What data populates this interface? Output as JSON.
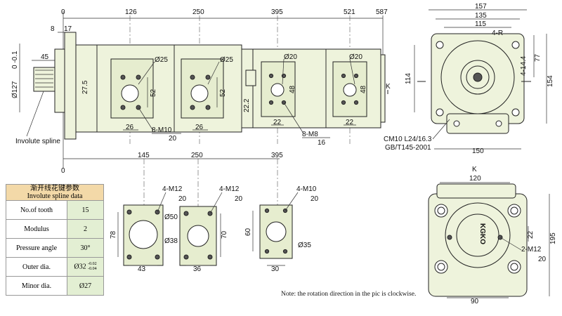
{
  "main_view": {
    "positions": [
      "0",
      "126",
      "250",
      "395",
      "521",
      "587"
    ],
    "left_dims": [
      "8",
      "17",
      "45"
    ],
    "shaft_dia": "Ø127",
    "shaft_tol": "0\n-0.1",
    "dim_27_5": "27.5",
    "dim_22_2": "22.2",
    "port_dias": [
      "Ø25",
      "Ø25",
      "Ø20",
      "Ø20"
    ],
    "port_heights": [
      "52",
      "52",
      "48",
      "48"
    ],
    "port_widths": [
      "26",
      "26",
      "22",
      "22"
    ],
    "thread_m10": "8-M10",
    "thread_m10_depth": "20",
    "thread_m8": "8-M8",
    "thread_m8_depth": "16",
    "spline_label": "Involute spline",
    "zero_label": "0"
  },
  "flanges": {
    "positions": [
      "145",
      "250",
      "395"
    ],
    "threads": [
      "4-M12",
      "4-M12",
      "4-M10"
    ],
    "thread_depths": [
      "20",
      "20",
      "20"
    ],
    "dias": [
      "Ø50",
      "Ø38",
      "Ø35"
    ],
    "heights": [
      "78",
      "70",
      "60"
    ],
    "widths": [
      "43",
      "36",
      "30"
    ]
  },
  "end_view": {
    "dims_top": [
      "157",
      "135",
      "115"
    ],
    "radius": "4-R",
    "dim_4_14_4": "4-14.4",
    "dim_77": "77",
    "dim_114": "114",
    "dim_154": "154",
    "dim_150": "150",
    "k_label": "K",
    "standard_line1": "CM10 L24/16.3",
    "standard_line2": "GB/T145-2001"
  },
  "k_view": {
    "title": "K",
    "dim_120": "120",
    "dim_22": "22",
    "dim_195": "195",
    "thread": "2-M12",
    "thread_depth": "20",
    "dim_90": "90",
    "brand": "KGKO"
  },
  "spline_table": {
    "title_cn": "渐开线花键参数",
    "title_en": "Involute spline data",
    "rows": [
      {
        "label": "No.of tooth",
        "value": "15"
      },
      {
        "label": "Modulus",
        "value": "2"
      },
      {
        "label": "Pressure angle",
        "value": "30°"
      },
      {
        "label": "Outer dia.",
        "value": "Ø32",
        "tol": "-0.02\n-0.04"
      },
      {
        "label": "Minor dia.",
        "value": "Ø27"
      }
    ]
  },
  "note": "Note: the rotation direction in the pic is clockwise."
}
